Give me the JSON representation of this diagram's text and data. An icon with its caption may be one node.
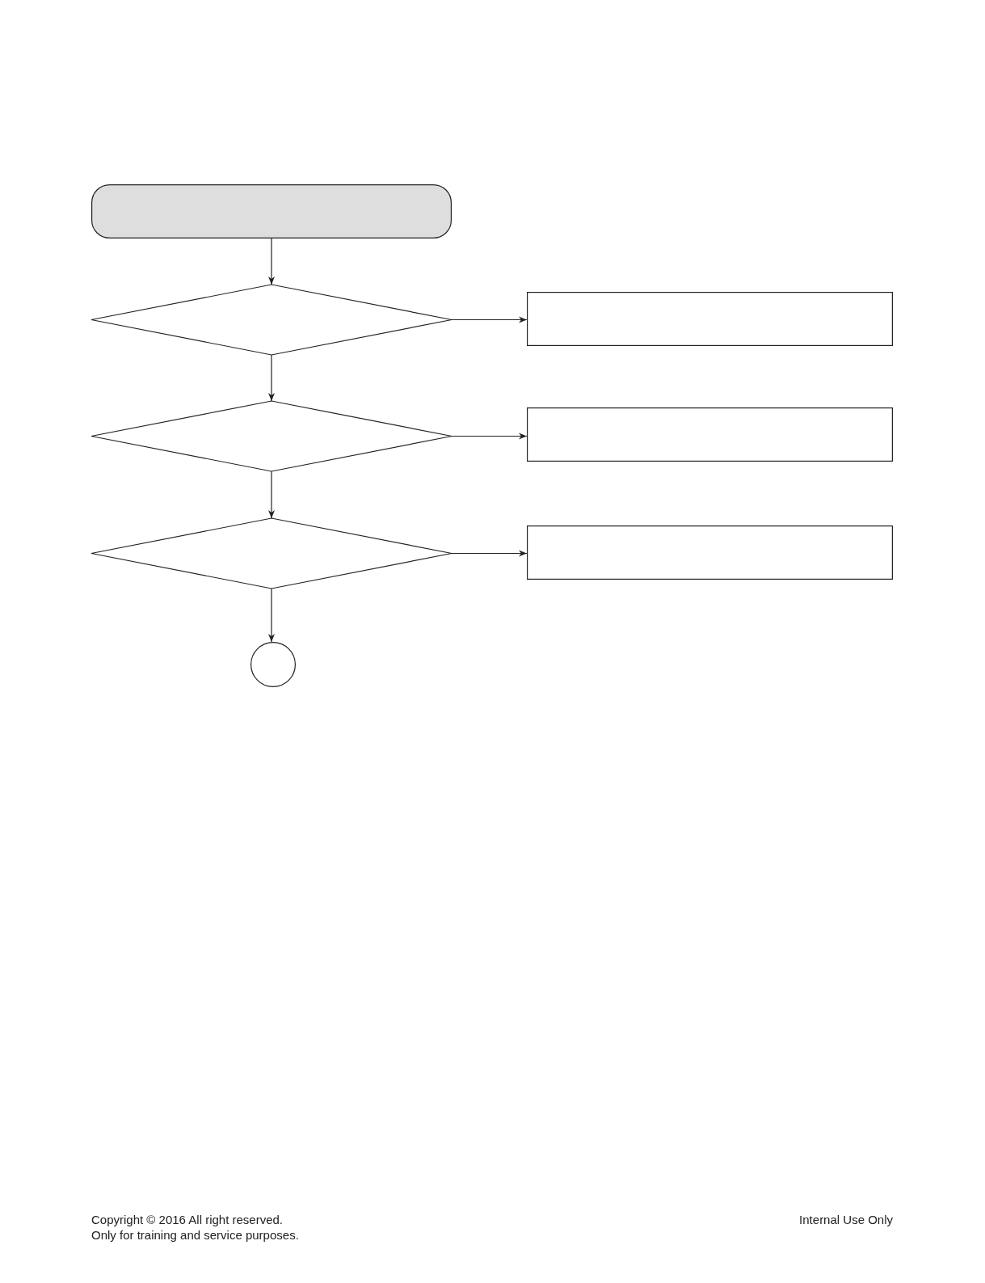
{
  "diagram": {
    "nodes": [
      {
        "text": [],
        "shape": "box"
      },
      {
        "text": [],
        "shape": "diamond"
      },
      {
        "text": [],
        "shape": "box"
      },
      {
        "text": [],
        "shape": "diamond"
      },
      {
        "text": [],
        "shape": "box"
      },
      {
        "text": [],
        "shape": "diamond"
      },
      {
        "text": [],
        "shape": "box"
      },
      {
        "text": [],
        "shape": "circle"
      }
    ],
    "edges": [
      {
        "from": 0,
        "to": 1,
        "arrow": "to"
      },
      {
        "from": 1,
        "to": 2,
        "arrow": "to"
      },
      {
        "from": 1,
        "to": 3,
        "arrow": "to"
      },
      {
        "from": 3,
        "to": 4,
        "arrow": "to"
      },
      {
        "from": 3,
        "to": 5,
        "arrow": "to"
      },
      {
        "from": 5,
        "to": 6,
        "arrow": "to"
      },
      {
        "from": 5,
        "to": 7,
        "arrow": "to"
      }
    ],
    "labels": [
      "Copyright © 2016 All right reserved.",
      "Only for training and service purposes.",
      "Internal Use Only"
    ]
  }
}
